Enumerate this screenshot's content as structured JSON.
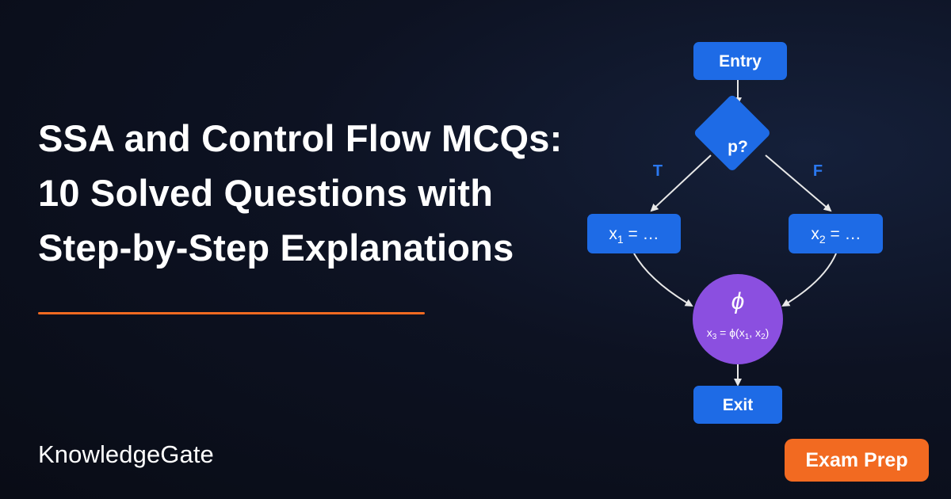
{
  "title": {
    "line1": "SSA and Control Flow MCQs:",
    "line2": "10 Solved Questions with",
    "line3": "Step-by-Step Explanations"
  },
  "brand": "KnowledgeGate",
  "badge": "Exam Prep",
  "diagram": {
    "entry": "Entry",
    "condition": "p?",
    "true_label": "T",
    "false_label": "F",
    "left_assign": {
      "var": "x",
      "sub": "1",
      "rest": " = …"
    },
    "right_assign": {
      "var": "x",
      "sub": "2",
      "rest": " = …"
    },
    "phi_symbol": "ϕ",
    "phi_expr": {
      "lhs": "x",
      "lhs_sub": "3",
      "mid": " = ϕ(x",
      "a_sub": "1",
      "sep": ", x",
      "b_sub": "2",
      "end": ")"
    },
    "exit": "Exit"
  },
  "colors": {
    "accent": "#f26a21",
    "node_blue": "#1e6be6",
    "phi_purple": "#8b4fe0",
    "flow_label_blue": "#2a78f0"
  }
}
